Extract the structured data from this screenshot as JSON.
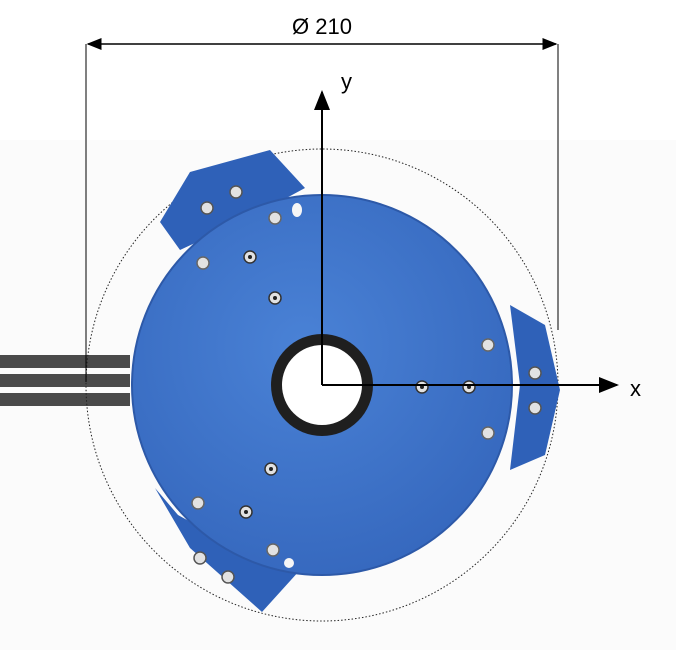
{
  "dimension": {
    "label": "Ø 210"
  },
  "axes": {
    "x_label": "x",
    "y_label": "y"
  },
  "colors": {
    "disc": "#3a6fc6",
    "disc_light": "#4a82d6",
    "disc_dark": "#2d59a8",
    "ring": "#1f1f1f",
    "cable": "#4a4a4a",
    "screw": "#e2e2e2"
  }
}
